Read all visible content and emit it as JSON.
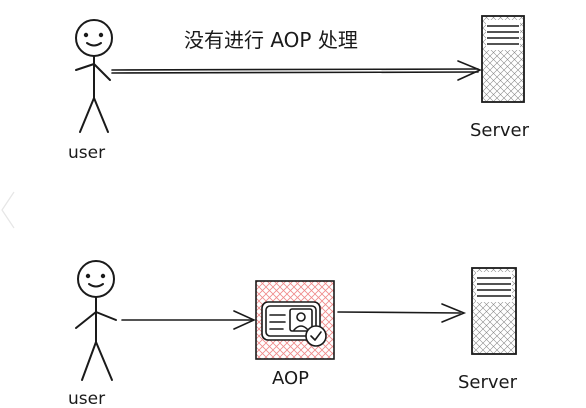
{
  "top_scenario": {
    "arrow_label": "没有进行 AOP 处理",
    "user_label": "user",
    "server_label": "Server"
  },
  "bottom_scenario": {
    "user_label": "user",
    "aop_label": "AOP",
    "server_label": "Server"
  }
}
